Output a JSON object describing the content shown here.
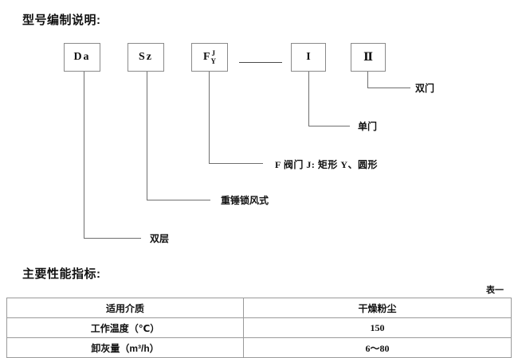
{
  "headings": {
    "model_code": "型号编制说明:",
    "performance": "主要性能指标:"
  },
  "model_diagram": {
    "boxes": [
      {
        "id": "box-da",
        "label": "Da"
      },
      {
        "id": "box-sz",
        "label": "Sz"
      },
      {
        "id": "box-fjy",
        "base": "F",
        "superscript": "J",
        "subscript": "Y"
      },
      {
        "id": "box-i",
        "label": "I"
      },
      {
        "id": "box-ii",
        "label": "Ⅱ"
      }
    ],
    "annotations": [
      {
        "id": "annot-shuangmen",
        "text": "双门",
        "source_box": "box-ii"
      },
      {
        "id": "annot-danmen",
        "text": "单门",
        "source_box": "box-i"
      },
      {
        "id": "annot-famen",
        "text": "F 阀门 J: 矩形  Y、圆形",
        "source_box": "box-fjy"
      },
      {
        "id": "annot-zhongchui",
        "text": "重锤锁风式",
        "source_box": "box-sz"
      },
      {
        "id": "annot-shuangceng",
        "text": "双层",
        "source_box": "box-da"
      }
    ]
  },
  "table": {
    "caption": "表一",
    "rows": [
      {
        "label": "适用介质",
        "value": "干燥粉尘"
      },
      {
        "label": "工作温度（℃）",
        "value": "150"
      },
      {
        "label": "卸灰量（m³/h）",
        "value": "6～80"
      }
    ]
  },
  "colors": {
    "text": "#111111",
    "box_border": "#8a8a8a",
    "leader_line": "#6f6f6f",
    "table_outer_border": "#2b2b2b",
    "table_inner_border": "#9a9a9a",
    "background": "#ffffff"
  }
}
